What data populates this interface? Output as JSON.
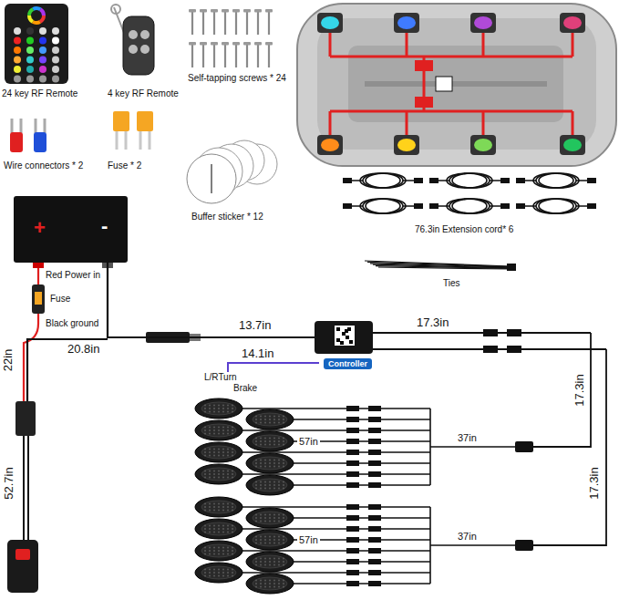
{
  "diagram": {
    "nodes": [
      {
        "text": [
          "+",
          "-"
        ]
      },
      {
        "text": [
          "Controller"
        ]
      }
    ],
    "edges": [
      {
        "from": 0,
        "to": 1,
        "arrow": "none"
      }
    ],
    "labels": [
      "24 key RF Remote",
      "4 key RF Remote",
      "Self-tapping screws * 24",
      "Wire connectors * 2",
      "Fuse * 2",
      "Buffer sticker * 12",
      "76.3in Extension cord* 6",
      "Ties",
      "Red Power in",
      "Fuse",
      "Black ground",
      "22in",
      "20.8in",
      "13.7in",
      "17.3in",
      "14.1in",
      "L/RTurn",
      "Brake",
      "17.3in",
      "57in",
      "37in",
      "17.3in",
      "52.7in",
      "57in",
      "37in"
    ]
  }
}
